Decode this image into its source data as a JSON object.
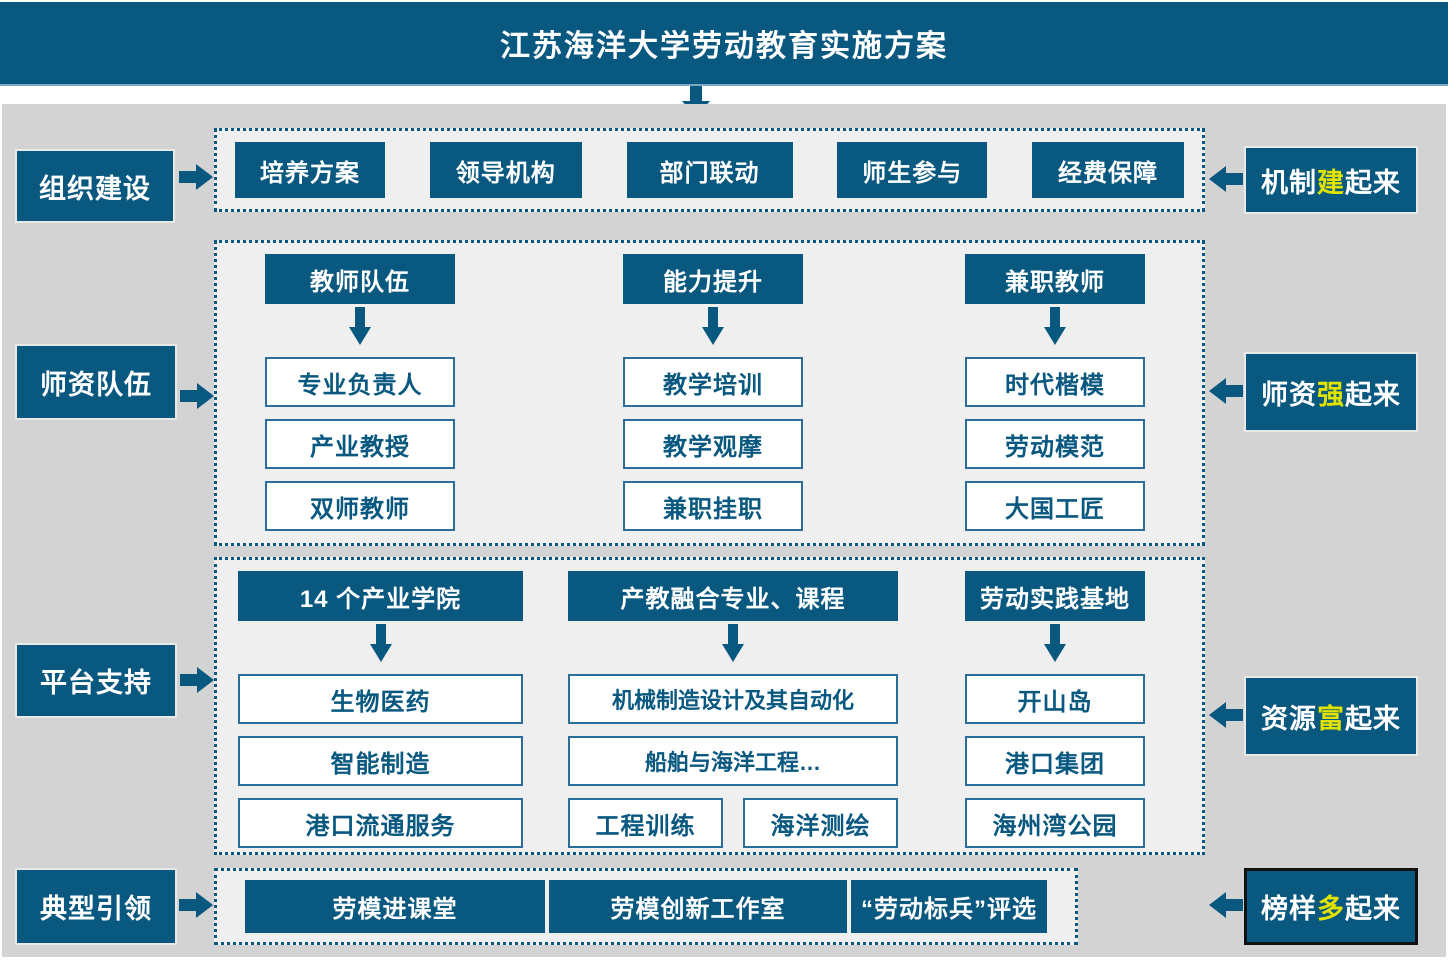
{
  "title": "江苏海洋大学劳动教育实施方案",
  "colors": {
    "primary": "#095880",
    "highlight": "#e0e200",
    "canvas_bg": "#d3d3d3",
    "panel_bg": "#efefef"
  },
  "rows": {
    "organization": {
      "left_label": "组织建设",
      "items": [
        "培养方案",
        "领导机构",
        "部门联动",
        "师生参与",
        "经费保障"
      ],
      "right_label": {
        "pre": "机制",
        "highlight": "建",
        "post": "起来"
      }
    },
    "faculty": {
      "left_label": "师资队伍",
      "columns": [
        {
          "header": "教师队伍",
          "items": [
            "专业负责人",
            "产业教授",
            "双师教师"
          ]
        },
        {
          "header": "能力提升",
          "items": [
            "教学培训",
            "教学观摩",
            "兼职挂职"
          ]
        },
        {
          "header": "兼职教师",
          "items": [
            "时代楷模",
            "劳动模范",
            "大国工匠"
          ]
        }
      ],
      "right_label": {
        "pre": "师资",
        "highlight": "强",
        "post": "起来"
      }
    },
    "platform": {
      "left_label": "平台支持",
      "columns": [
        {
          "header": "14 个产业学院",
          "items": [
            "生物医药",
            "智能制造",
            "港口流通服务"
          ]
        },
        {
          "header": "产教融合专业、课程",
          "items": [
            "机械制造设计及其自动化",
            "船舶与海洋工程…"
          ],
          "split_items": [
            "工程训练",
            "海洋测绘"
          ]
        },
        {
          "header": "劳动实践基地",
          "items": [
            "开山岛",
            "港口集团",
            "海州湾公园"
          ]
        }
      ],
      "right_label": {
        "pre": "资源",
        "highlight": "富",
        "post": "起来"
      }
    },
    "model": {
      "left_label": "典型引领",
      "items": [
        "劳模进课堂",
        "劳模创新工作室",
        "“劳动标兵”评选"
      ],
      "right_label": {
        "pre": "榜样",
        "highlight": "多",
        "post": "起来"
      }
    }
  }
}
